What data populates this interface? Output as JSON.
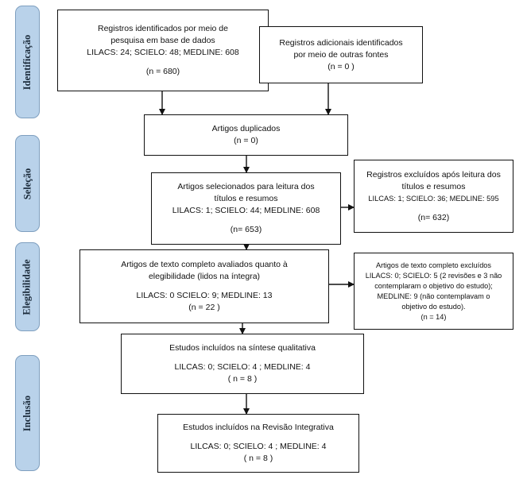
{
  "phases": {
    "identification": "Identificação",
    "selection": "Seleção",
    "eligibility": "Elegibilidade",
    "inclusion": "Inclusão"
  },
  "boxes": {
    "identified_database": {
      "line1": "Registros identificados por meio de",
      "line2": "pesquisa em base de dados",
      "line3": "LILACS: 24; SCIELO: 48; MEDLINE: 608",
      "count": "(n = 680)"
    },
    "identified_other": {
      "line1": "Registros adicionais identificados",
      "line2": "por meio de outras fontes",
      "count": "(n = 0 )"
    },
    "duplicates": {
      "line1": "Artigos duplicados",
      "count": "(n = 0)"
    },
    "screened": {
      "line1": "Artigos selecionados para leitura dos",
      "line2": "títulos e resumos",
      "line3": "LILACS: 1; SCIELO: 44; MEDLINE: 608",
      "count": "(n= 653)"
    },
    "excluded_screening": {
      "line1": "Registros excluídos após leitura dos",
      "line2": "títulos e resumos",
      "line3": "LILCAS: 1; SCIELO: 36; MEDLINE: 595",
      "count": "(n= 632)"
    },
    "fulltext_assessed": {
      "line1": "Artigos de texto completo avaliados quanto à",
      "line2": "elegibilidade (lidos na íntegra)",
      "line3": "LILACS: 0 SCIELO: 9; MEDLINE: 13",
      "count": "(n = 22 )"
    },
    "fulltext_excluded": {
      "line1": "Artigos de texto completo excluídos",
      "line2": "LILACS: 0; SCIELO: 5 (2 revisões e 3 não",
      "line3": "contemplaram o objetivo do estudo);",
      "line4": "MEDLINE: 9 (não contemplavam o",
      "line5": "objetivo do estudo).",
      "count": "(n = 14)"
    },
    "qualitative": {
      "line1": "Estudos incluídos na síntese qualitativa",
      "line2": "LILCAS: 0; SCIELO: 4 ; MEDLINE: 4",
      "count": "( n = 8 )"
    },
    "integrative": {
      "line1": "Estudos incluídos na Revisão Integrativa",
      "line2": "LILCAS: 0; SCIELO: 4 ; MEDLINE: 4",
      "count": "( n = 8 )"
    }
  },
  "colors": {
    "phase_fill": "#b9d2ea",
    "phase_border": "#7f9fbf",
    "box_border": "#111111",
    "arrow": "#111111"
  }
}
